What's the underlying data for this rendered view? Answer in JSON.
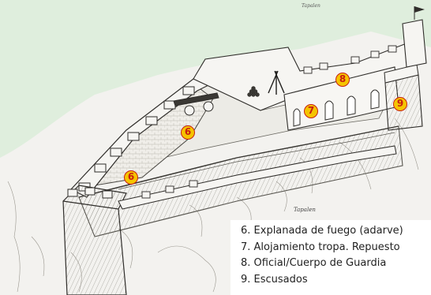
{
  "legend": {
    "items": [
      "6. Explanada de fuego (adarve)",
      "7. Alojamiento tropa. Repuesto",
      "8. Oficial/Cuerpo de Guardia",
      "9. Escusados"
    ]
  },
  "markers": {
    "m6a": "6",
    "m6b": "6",
    "m7": "7",
    "m8": "8",
    "m9": "9"
  },
  "signatures": {
    "bottom": "Tapalen",
    "top": "Tapalen"
  },
  "colors": {
    "background": "#dfeedd",
    "marker_fill": "#f5c400",
    "marker_text": "#c81e10"
  }
}
